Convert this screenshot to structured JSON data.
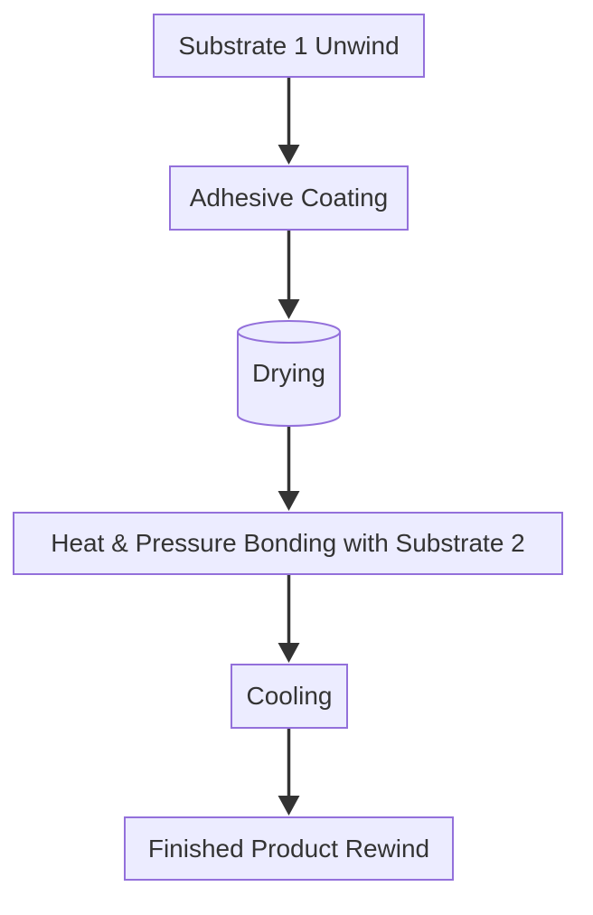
{
  "diagram": {
    "type": "flowchart",
    "direction": "top-down",
    "background": "#FFFFFF",
    "node_style": {
      "fill": "#ECECFF",
      "border": "#9370DB",
      "text_color": "#333333"
    },
    "edge_style": {
      "color": "#333333"
    },
    "nodes": [
      {
        "id": "substrate-1-unwind",
        "label": "Substrate 1 Unwind",
        "shape": "rectangle"
      },
      {
        "id": "adhesive-coating",
        "label": "Adhesive Coating",
        "shape": "rectangle"
      },
      {
        "id": "drying",
        "label": "Drying",
        "shape": "cylinder"
      },
      {
        "id": "heat-pressure-bonding",
        "label": "Heat & Pressure Bonding with Substrate 2",
        "shape": "rectangle"
      },
      {
        "id": "cooling",
        "label": "Cooling",
        "shape": "rectangle"
      },
      {
        "id": "finished-product-rewind",
        "label": "Finished Product Rewind",
        "shape": "rectangle"
      }
    ],
    "edges": [
      {
        "from": "substrate-1-unwind",
        "to": "adhesive-coating"
      },
      {
        "from": "adhesive-coating",
        "to": "drying"
      },
      {
        "from": "drying",
        "to": "heat-pressure-bonding"
      },
      {
        "from": "heat-pressure-bonding",
        "to": "cooling"
      },
      {
        "from": "cooling",
        "to": "finished-product-rewind"
      }
    ]
  }
}
